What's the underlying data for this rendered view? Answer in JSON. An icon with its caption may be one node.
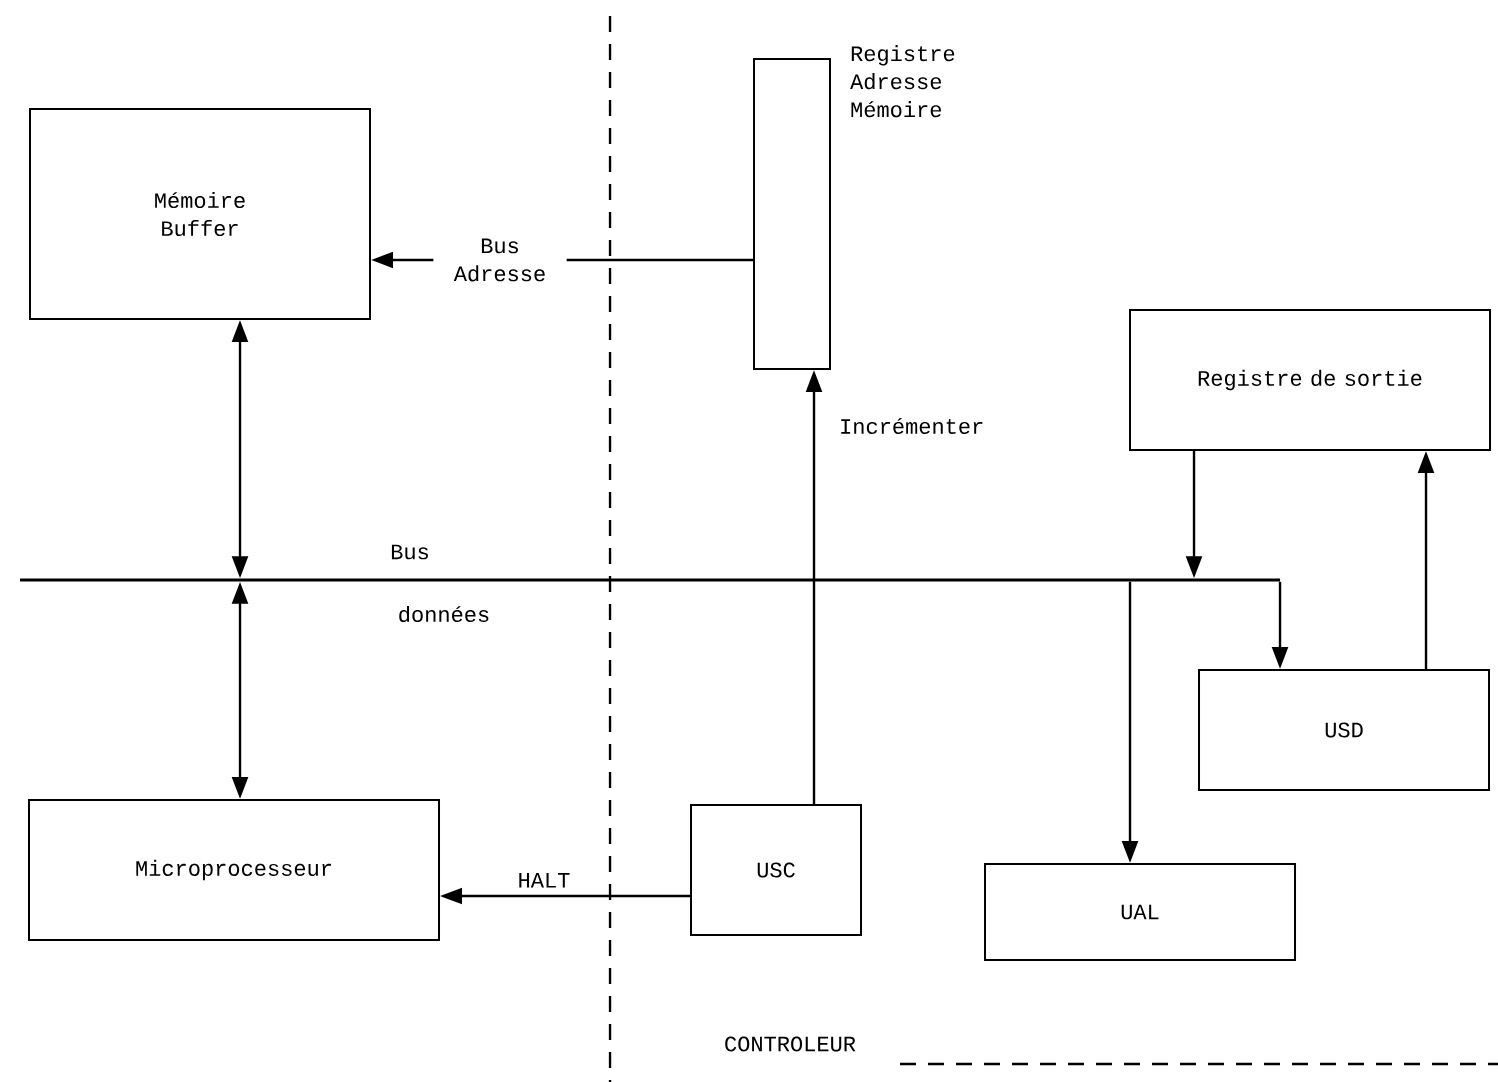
{
  "diagram": {
    "nodes": [
      {
        "text": [
          "Mémoire Buffer"
        ]
      },
      {
        "text": [
          "Registre Adresse Mémoire"
        ]
      },
      {
        "text": [
          "Registre de sortie"
        ]
      },
      {
        "text": [],
        "shape": "bar",
        "beside": [
          "Bus",
          "données"
        ]
      },
      {
        "text": [
          "USD"
        ]
      },
      {
        "text": [
          "Microprocesseur"
        ]
      },
      {
        "text": [
          "USC"
        ]
      },
      {
        "text": [
          "UAL"
        ]
      }
    ],
    "edges": [
      {
        "from": 1,
        "to": 0,
        "arrow": "to",
        "label": "Bus Adresse"
      },
      {
        "from": 0,
        "to": 3,
        "arrow": "both"
      },
      {
        "from": 3,
        "to": 5,
        "arrow": "both"
      },
      {
        "from": 6,
        "to": 1,
        "arrow": "to",
        "label": "Incrémenter"
      },
      {
        "from": 6,
        "to": 5,
        "arrow": "to",
        "label": "HALT"
      },
      {
        "from": 3,
        "to": 7,
        "arrow": "to"
      },
      {
        "from": 2,
        "to": 3,
        "arrow": "to"
      },
      {
        "from": 3,
        "to": 4,
        "arrow": "to"
      },
      {
        "from": 4,
        "to": 2,
        "arrow": "to"
      }
    ],
    "labels": [
      "CONTROLEUR"
    ]
  }
}
